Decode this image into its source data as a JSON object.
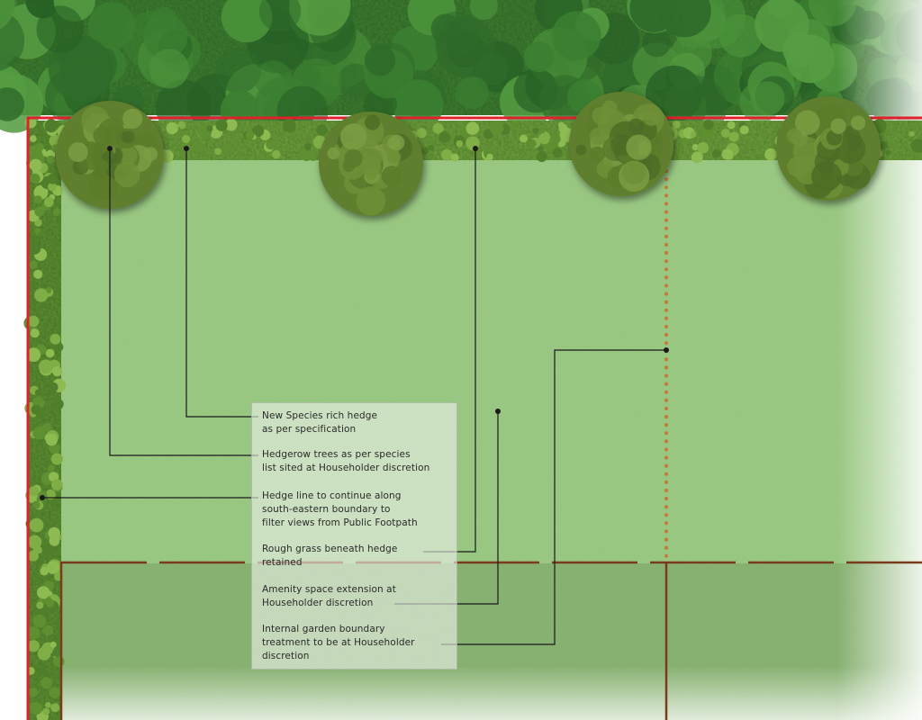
{
  "annotations": [
    {
      "id": "new-hedge",
      "text": "New Species rich hedge\nas per specification"
    },
    {
      "id": "hedgerow-trees",
      "text": "Hedgerow trees as per species\nlist sited at Householder discretion"
    },
    {
      "id": "hedge-line",
      "text": "Hedge line to continue along\nsouth-eastern boundary to\nfilter views from Public Footpath"
    },
    {
      "id": "rough-grass",
      "text": "Rough grass beneath hedge\nretained"
    },
    {
      "id": "amenity-space",
      "text": "Amenity space extension at\nHouseholder discretion"
    },
    {
      "id": "internal-boundary",
      "text": "Internal garden boundary\ntreatment to be at Householder\ndiscretion"
    }
  ],
  "colors": {
    "site_boundary": "#e0202a",
    "garden_boundary": "#7a3b1c",
    "dotted_boundary": "#c47a3a",
    "lawn": "#9ccc85",
    "amenity_lawn": "#8fb978",
    "woodland": "#2f6b2a",
    "hedge": "#6a9a3a",
    "leader": "#1a1a1a"
  },
  "icons": {
    "tree": "hedgerow-tree-icon",
    "hedge": "hedge-icon",
    "woodland": "woodland-canopy-icon"
  }
}
